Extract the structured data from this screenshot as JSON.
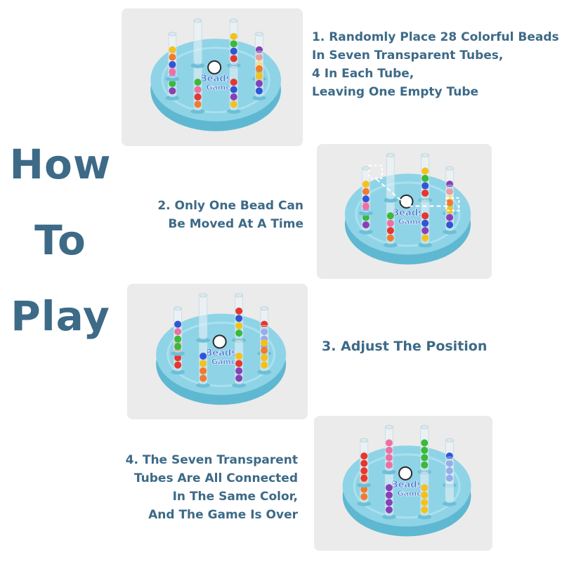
{
  "title": {
    "word1": "How",
    "word2": "To",
    "word3": "Play"
  },
  "steps": [
    {
      "lines": [
        "1. Randomly Place 28 Colorful Beads",
        " In Seven Transparent Tubes,",
        "4 In Each Tube,",
        "Leaving One Empty Tube"
      ]
    },
    {
      "lines": [
        "2. Only One Bead Can",
        "Be Moved At A Time"
      ]
    },
    {
      "lines": [
        "3. Adjust The Position"
      ]
    },
    {
      "lines": [
        "4. The Seven Transparent",
        "Tubes Are All Connected",
        "In The Same Color,",
        "And The Game Is Over"
      ]
    }
  ],
  "board_label": {
    "line1": "Beads",
    "line2": "Game"
  },
  "colors": {
    "heading": "#3d6a87",
    "board": "#8fd3e6",
    "board_edge": "#5fb8d1",
    "photo_bg": "#ebebeb",
    "bead_red": "#e8352f",
    "bead_blue": "#2f56d6",
    "bead_green": "#3bb93a",
    "bead_yellow": "#f4c11c",
    "bead_purple": "#8a3fb6",
    "bead_orange": "#f27a2e",
    "bead_pink": "#ef6fa3"
  }
}
